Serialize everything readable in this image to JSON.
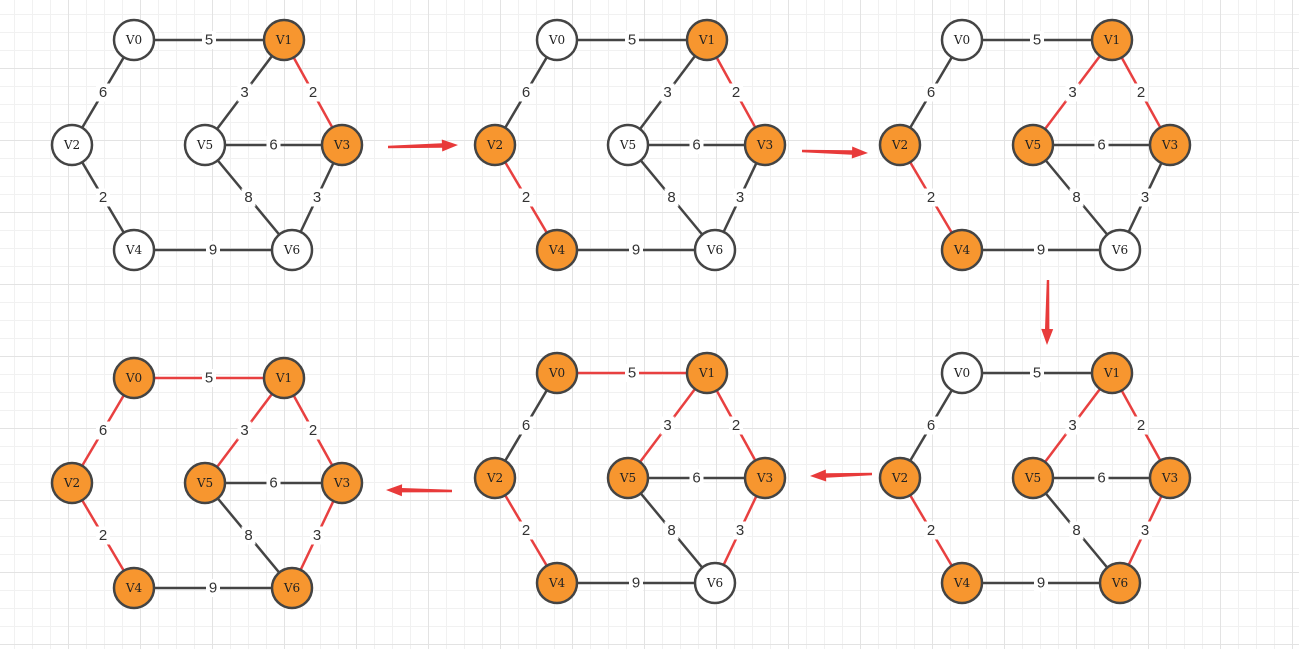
{
  "colors": {
    "visited_fill": "#f7962f",
    "unvisited_fill": "#ffffff",
    "selected_edge": "#e84040",
    "normal_edge": "#444444",
    "arrow": "#e83a3a"
  },
  "graph": {
    "nodes": [
      "V0",
      "V1",
      "V2",
      "V3",
      "V4",
      "V5",
      "V6"
    ],
    "edges": [
      {
        "from": "V0",
        "to": "V1",
        "weight": "5"
      },
      {
        "from": "V0",
        "to": "V2",
        "weight": "6"
      },
      {
        "from": "V1",
        "to": "V5",
        "weight": "3"
      },
      {
        "from": "V1",
        "to": "V3",
        "weight": "2"
      },
      {
        "from": "V5",
        "to": "V3",
        "weight": "6"
      },
      {
        "from": "V2",
        "to": "V4",
        "weight": "2"
      },
      {
        "from": "V5",
        "to": "V6",
        "weight": "8"
      },
      {
        "from": "V3",
        "to": "V6",
        "weight": "3"
      },
      {
        "from": "V4",
        "to": "V6",
        "weight": "9"
      }
    ]
  },
  "steps": [
    {
      "visited": [
        "V1",
        "V3"
      ],
      "selected": [
        "V1-V3"
      ]
    },
    {
      "visited": [
        "V1",
        "V2",
        "V3",
        "V4"
      ],
      "selected": [
        "V1-V3",
        "V2-V4"
      ]
    },
    {
      "visited": [
        "V1",
        "V2",
        "V3",
        "V4",
        "V5"
      ],
      "selected": [
        "V1-V3",
        "V2-V4",
        "V1-V5"
      ]
    },
    {
      "visited": [
        "V1",
        "V2",
        "V3",
        "V4",
        "V5",
        "V6"
      ],
      "selected": [
        "V1-V3",
        "V2-V4",
        "V1-V5",
        "V3-V6"
      ]
    },
    {
      "visited": [
        "V0",
        "V1",
        "V2",
        "V3",
        "V4",
        "V5"
      ],
      "selected": [
        "V1-V3",
        "V2-V4",
        "V1-V5",
        "V0-V1",
        "V3-V6"
      ]
    },
    {
      "visited": [
        "V0",
        "V1",
        "V2",
        "V3",
        "V4",
        "V5",
        "V6"
      ],
      "selected": [
        "V1-V3",
        "V2-V4",
        "V1-V5",
        "V3-V6",
        "V0-V1",
        "V0-V2"
      ]
    }
  ]
}
